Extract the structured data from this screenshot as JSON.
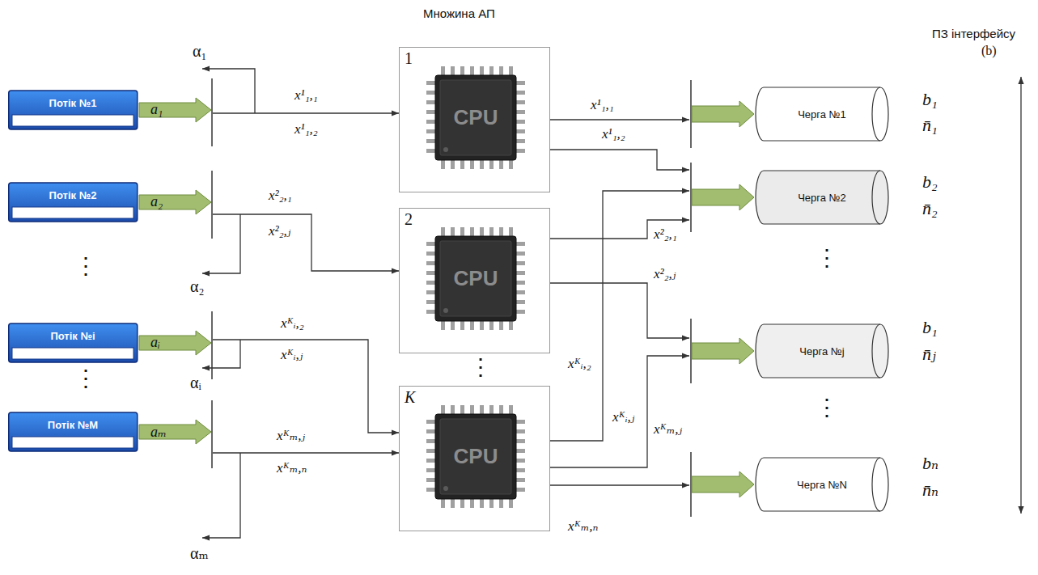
{
  "diagram": {
    "nodes": [
      {
        "text": [
          "Потік №1"
        ]
      },
      {
        "text": [
          "Потік №2"
        ]
      },
      {
        "text": [
          "Потік №i"
        ]
      },
      {
        "text": [
          "Потік №M"
        ]
      },
      {
        "text": [
          "1",
          "CPU"
        ]
      },
      {
        "text": [
          "2",
          "CPU"
        ]
      },
      {
        "text": [
          "K",
          "CPU"
        ]
      },
      {
        "text": [
          "Черга №1"
        ]
      },
      {
        "text": [
          "Черга №2"
        ]
      },
      {
        "text": [
          "Черга №j"
        ]
      },
      {
        "text": [
          "Черга №N"
        ]
      }
    ],
    "edges": [
      {
        "from": 0,
        "to": 4,
        "arrow": "to"
      },
      {
        "from": 1,
        "to": 5,
        "arrow": "to"
      },
      {
        "from": 2,
        "to": 6,
        "arrow": "to"
      },
      {
        "from": 3,
        "to": 6,
        "arrow": "to"
      },
      {
        "from": 4,
        "to": 7,
        "label": "x¹₁,₁",
        "arrow": "to"
      },
      {
        "from": 4,
        "to": 8,
        "label": "x¹₁,₂",
        "arrow": "to"
      },
      {
        "from": 5,
        "to": 8,
        "label": "x²₂,₁",
        "arrow": "to"
      },
      {
        "from": 5,
        "to": 9,
        "label": "x²₂,ⱼ",
        "arrow": "to"
      },
      {
        "from": 6,
        "to": 8,
        "label": "xᴷᵢ,₂",
        "arrow": "to"
      },
      {
        "from": 6,
        "to": 9,
        "label": "xᴷᵢ,ⱼ",
        "arrow": "to"
      },
      {
        "from": 6,
        "to": 10,
        "label": "xᴷₘ,ₙ",
        "arrow": "to"
      }
    ],
    "labels": [
      "Множина АП",
      "ПЗ інтерфейсу",
      "(b)",
      "α₁",
      "x¹₁,₁",
      "x¹₁,₂",
      "a₁",
      "a₂",
      "x²₂,₁",
      "x²₂,ⱼ",
      "α₂",
      "⋮",
      "aᵢ",
      "xᴷᵢ,₂",
      "xᴷᵢ,ⱼ",
      "αᵢ",
      "⋮",
      "aₘ",
      "xᴷₘ,ⱼ",
      "xᴷₘ,ₙ",
      "αₘ",
      "⋮",
      "xᴷₘ,ⱼ",
      "b₁",
      "n̄₁",
      "b₂",
      "n̄₂",
      "⋮",
      "b₁",
      "n̄ⱼ",
      "⋮",
      "bₙ",
      "n̄ₙ"
    ]
  }
}
